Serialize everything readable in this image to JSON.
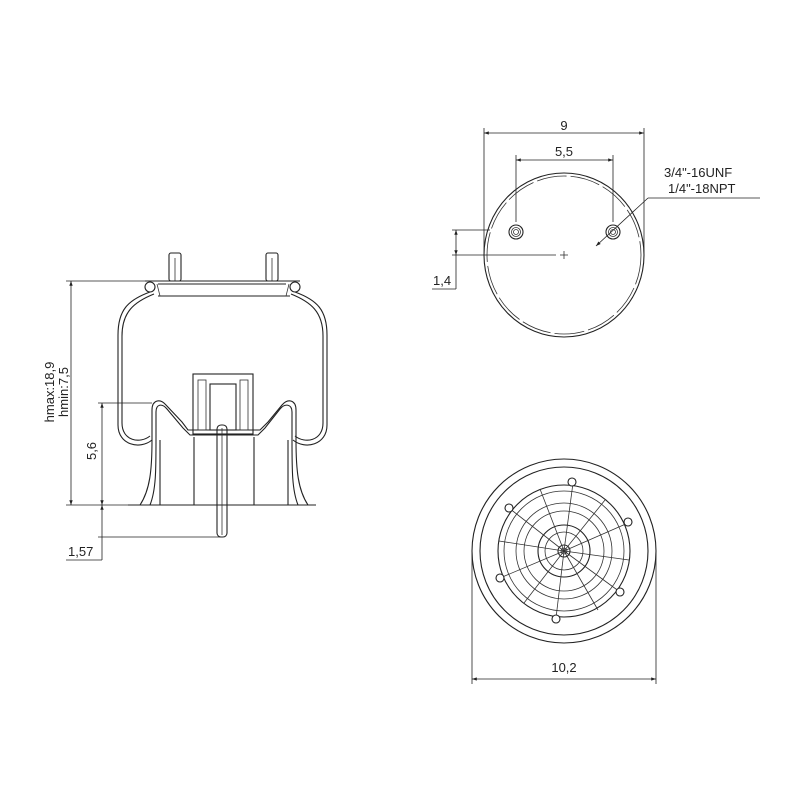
{
  "side_view": {
    "height_label_max": "hmax:18,9",
    "height_label_min": "hmin:7,5",
    "piston_height": "5,6",
    "stud_offset": "1,57"
  },
  "top_view": {
    "overall_width": "9",
    "stud_spacing": "5,5",
    "stud_offset": "1,4",
    "thread_spec_1": "3/4\"-16UNF",
    "thread_spec_2": "1/4\"-18NPT"
  },
  "bottom_view": {
    "overall_width": "10,2"
  }
}
